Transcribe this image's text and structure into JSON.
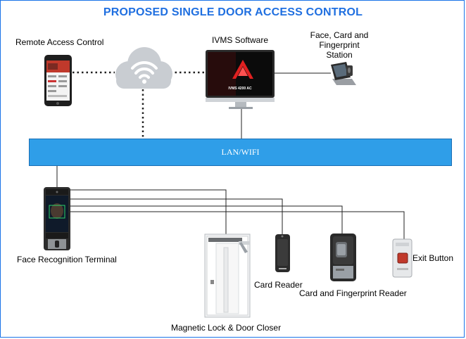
{
  "diagram": {
    "title": "PROPOSED SINGLE DOOR ACCESS CONTROL",
    "labels": {
      "remote_access": "Remote Access Control",
      "ivms": "IVMS Software",
      "station": [
        "Face, Card and",
        "Fingerprint",
        "Station"
      ],
      "lan": "LAN/WIFI",
      "face_terminal": "Face Recognition Terminal",
      "card_reader": "Card Reader",
      "card_fingerprint": "Card and Fingerprint Reader",
      "exit_button": "Exit Button",
      "mag_lock": "Magnetic Lock & Door Closer",
      "monitor_screen": "IVMS 4200 AC"
    },
    "colors": {
      "title": "#1f6fe0",
      "lan_bar": "#2f9ee8",
      "border": "#1a73e8",
      "cloud": "#c9cdd2",
      "wifi": "#ffffff",
      "logo": "#e02020"
    },
    "icons": [
      "phone-icon",
      "cloud-wifi-icon",
      "monitor-icon",
      "station-icon",
      "face-terminal-icon",
      "door-icon",
      "card-reader-icon",
      "fingerprint-reader-icon",
      "exit-button-icon"
    ]
  }
}
